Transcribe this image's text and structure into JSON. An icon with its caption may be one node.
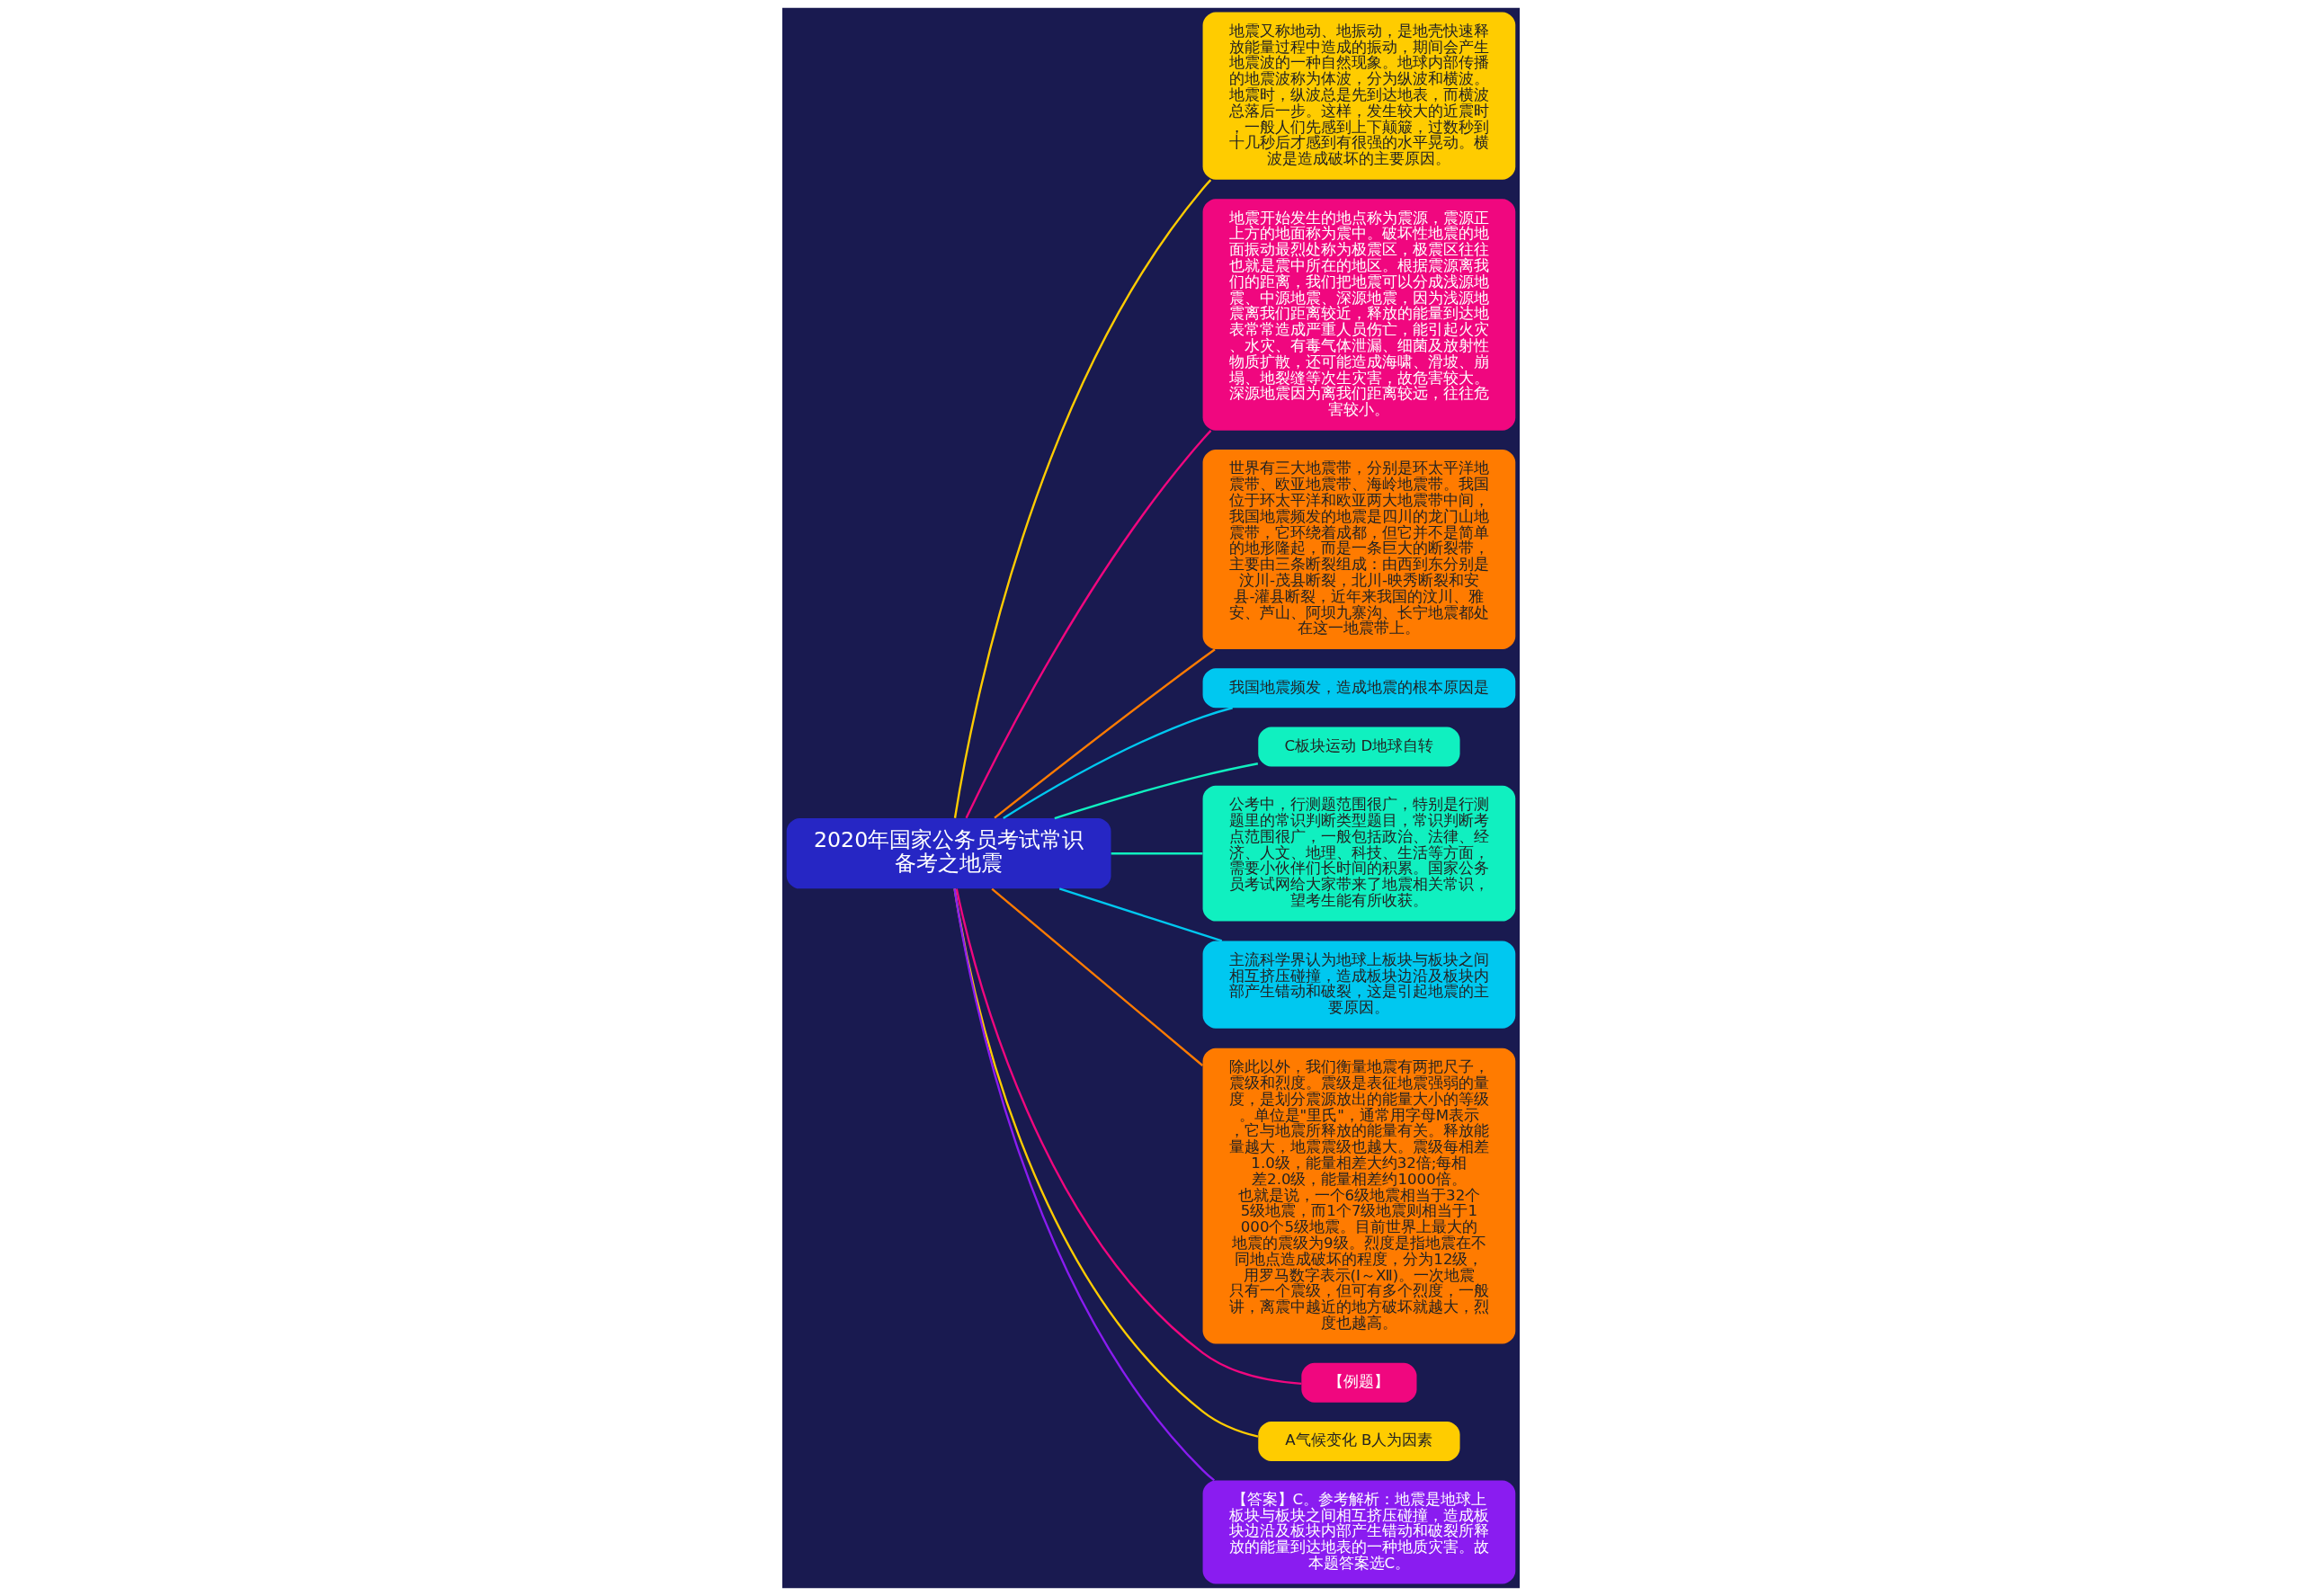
{
  "diagram": {
    "nodes": [
      {
        "text": [
          "2020年国家公务员考试常识备考之地震"
        ]
      },
      {
        "text": [
          "地震又称地动、地振动，是地壳快速释放能量过程中造成的振动，期间会产生地震波的一种自然现象。地球内部传播的地震波称为体波，分为纵波和横波。地震时，纵波总是先到达地表，而横波总落后一步。这样，发生较大的近震时，一般人们先感到上下颠簸，过数秒到十几秒后才感到有很强的水平晃动。横波是造成破坏的主要原因。"
        ]
      },
      {
        "text": [
          "地震开始发生的地点称为震源，震源正上方的地面称为震中。破坏性地震的地面振动最烈处称为极震区，极震区往往也就是震中所在的地区。根据震源离我们的距离，我们把地震可以分成浅源地震、中源地震、深源地震，因为浅源地震离我们距离较近，释放的能量到达地表常常造成严重人员伤亡，能引起火灾、水灾、有毒气体泄漏、细菌及放射性物质扩散，还可能造成海啸、滑坡、崩塌、地裂缝等次生灾害，故危害较大。深源地震因为离我们距离较远，往往危害较小。"
        ]
      },
      {
        "text": [
          "世界有三大地震带，分别是环太平洋地震带、欧亚地震带、海岭地震带。我国位于环太平洋和欧亚两大地震带中间，我国地震频发的地震是四川的龙门山地震带，它环绕着成都，但它并不是简单的地形隆起，而是一条巨大的断裂带，主要由三条断裂组成：由西到东分别是汶川-茂县断裂，北川-映秀断裂和安县-灌县断裂，近年来我国的汶川、雅安、芦山、阿坝九寨沟、长宁地震都处在这一地震带上。"
        ]
      },
      {
        "text": [
          "我国地震频发，造成地震的根本原因是"
        ]
      },
      {
        "text": [
          "C板块运动 D地球自转"
        ]
      },
      {
        "text": [
          "公考中，行测题范围很广，特别是行测题里的常识判断类型题目，常识判断考点范围很广，一般包括政治、法律、经济、人文、地理、科技、生活等方面，需要小伙伴们长时间的积累。国家公务员考试网给大家带来了地震相关常识，望考生能有所收获。"
        ]
      },
      {
        "text": [
          "主流科学界认为地球上板块与板块之间相互挤压碰撞，造成板块边沿及板块内部产生错动和破裂，这是引起地震的主要原因。"
        ]
      },
      {
        "text": [
          "除此以外，我们衡量地震有两把尺子，震级和烈度。震级是表征地震强弱的量度，是划分震源放出的能量大小的等级。单位是\"里氏\"，通常用字母M表示，它与地震所释放的能量有关。释放能量越大，地震震级也越大。震级每相差1.0级，能量相差大约32倍;每相差2.0级，能量相差约1000倍。也就是说，一个6级地震相当于32个5级地震，而1个7级地震则相当于1000个5级地震。目前世界上最大的地震的震级为9级。烈度是指地震在不同地点造成破坏的程度，分为12级，用罗马数字表示(Ⅰ～Ⅻ)。一次地震只有一个震级，但可有多个烈度，一般讲，离震中越近的地方破坏就越大，烈度也越高。"
        ]
      },
      {
        "text": [
          "【例题】"
        ]
      },
      {
        "text": [
          "A气候变化 B人为因素"
        ]
      },
      {
        "text": [
          "【答案】C。参考解析：地震是地球上板块与板块之间相互挤压碰撞，造成板块边沿及板块内部产生错动和破裂所释放的能量到达地表的一种地质灾害。故本题答案选C。"
        ]
      }
    ],
    "edges": [
      {
        "from": 0,
        "to": 1,
        "arrow": "none",
        "color": "#ffcc00"
      },
      {
        "from": 0,
        "to": 2,
        "arrow": "none",
        "color": "#f0077f"
      },
      {
        "from": 0,
        "to": 3,
        "arrow": "none",
        "color": "#ff7b00"
      },
      {
        "from": 0,
        "to": 4,
        "arrow": "none",
        "color": "#00c8f0"
      },
      {
        "from": 0,
        "to": 5,
        "arrow": "none",
        "color": "#10f0c0"
      },
      {
        "from": 0,
        "to": 6,
        "arrow": "none",
        "color": "#10f0c0"
      },
      {
        "from": 0,
        "to": 7,
        "arrow": "none",
        "color": "#00c8f0"
      },
      {
        "from": 0,
        "to": 8,
        "arrow": "none",
        "color": "#ff7b00"
      },
      {
        "from": 0,
        "to": 9,
        "arrow": "none",
        "color": "#f0077f"
      },
      {
        "from": 0,
        "to": 10,
        "arrow": "none",
        "color": "#ffcc00"
      },
      {
        "from": 0,
        "to": 11,
        "arrow": "none",
        "color": "#8a1cf0"
      }
    ]
  }
}
